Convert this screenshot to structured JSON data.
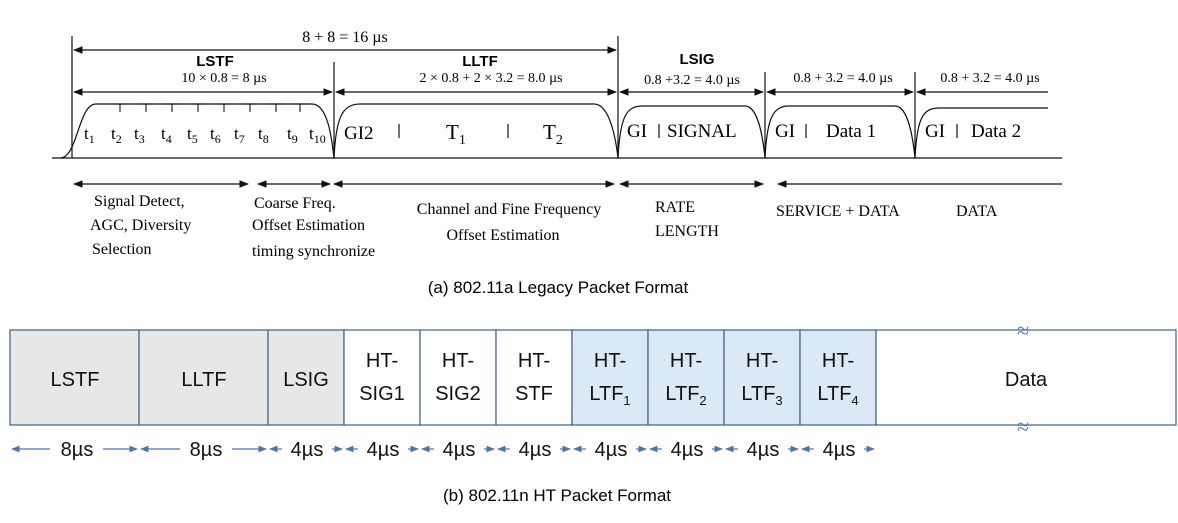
{
  "legacy": {
    "top_total": "8 + 8 = 16 µs",
    "lstf_title": "LSTF",
    "lltf_title": "LLTF",
    "lsig_title": "LSIG",
    "lstf_dur": "10 × 0.8 = 8 µs",
    "lltf_dur": "2 × 0.8 + 2 × 3.2 = 8.0 µs",
    "lsig_dur": "0.8 +3.2 = 4.0 µs",
    "data1_dur": "0.8 + 3.2 = 4.0 µs",
    "data2_dur": "0.8 + 3.2 = 4.0 µs",
    "short_symbols": [
      "t",
      "t",
      "t",
      "t",
      "t",
      "t",
      "t",
      "t",
      "t",
      "t"
    ],
    "short_subs": [
      "1",
      "2",
      "3",
      "4",
      "5",
      "6",
      "7",
      "8",
      "9",
      "10"
    ],
    "gi2": "GI2",
    "t_base": "T",
    "t1_sub": "1",
    "t2_sub": "2",
    "gi": "GI",
    "signal": "SIGNAL",
    "data1": "Data 1",
    "data2": "Data 2",
    "func1": [
      "Signal Detect,",
      "AGC, Diversity",
      "Selection"
    ],
    "func2": [
      "Coarse Freq.",
      "Offset Estimation",
      "timing synchronize"
    ],
    "func3": [
      "Channel and Fine Frequency",
      "Offset Estimation"
    ],
    "func4": [
      "RATE",
      "LENGTH"
    ],
    "func5": "SERVICE + DATA",
    "func6": "DATA",
    "caption": "(a) 802.11a Legacy Packet Format"
  },
  "ht": {
    "lstf": "LSTF",
    "lltf": "LLTF",
    "lsig": "LSIG",
    "htsig1": [
      "HT-",
      "SIG1"
    ],
    "htsig2": [
      "HT-",
      "SIG2"
    ],
    "htstf": [
      "HT-",
      "STF"
    ],
    "htltf_top": "HT-",
    "htltf_base": "LTF",
    "htltf_subs": [
      "1",
      "2",
      "3",
      "4"
    ],
    "data": "Data",
    "break_mark": "≈",
    "durations": [
      "8µs",
      "8µs",
      "4µs",
      "4µs",
      "4µs",
      "4µs",
      "4µs",
      "4µs",
      "4µs",
      "4µs"
    ],
    "caption": "(b) 802.11n HT Packet Format"
  },
  "colors": {
    "grey_fill": "#e7e7e7",
    "blue_fill": "#dbe8f5",
    "arrow_blue": "#4a74b8",
    "border": "#3e5f8a"
  }
}
